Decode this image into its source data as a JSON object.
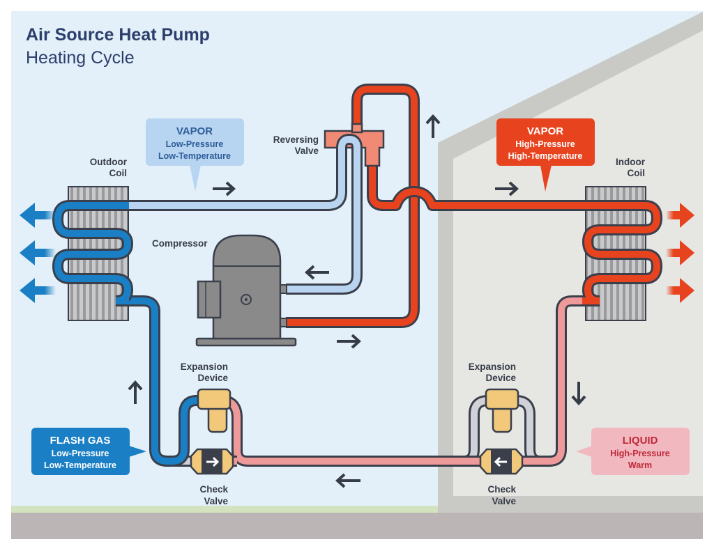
{
  "title": {
    "line1": "Air Source Heat Pump",
    "line2": "Heating Cycle"
  },
  "labels": {
    "outdoor_coil": [
      "Outdoor",
      "Coil"
    ],
    "indoor_coil": [
      "Indoor",
      "Coil"
    ],
    "reversing_valve": [
      "Reversing",
      "Valve"
    ],
    "compressor": "Compressor",
    "expansion_device_left": [
      "Expansion",
      "Device"
    ],
    "expansion_device_right": [
      "Expansion",
      "Device"
    ],
    "check_valve_left": [
      "Check",
      "Valve"
    ],
    "check_valve_right": [
      "Check",
      "Valve"
    ]
  },
  "callouts": {
    "vapor_low": {
      "heading": "VAPOR",
      "line1": "Low-Pressure",
      "line2": "Low-Temperature",
      "bg": "#b7d5f0",
      "text": "#2e5c9a"
    },
    "vapor_high": {
      "heading": "VAPOR",
      "line1": "High-Pressure",
      "line2": "High-Temperature",
      "bg": "#e8431f",
      "text": "#ffffff"
    },
    "flash_gas": {
      "heading": "FLASH GAS",
      "line1": "Low-Pressure",
      "line2": "Low-Temperature",
      "bg": "#1a7fc4",
      "text": "#ffffff"
    },
    "liquid": {
      "heading": "LIQUID",
      "line1": "High-Pressure",
      "line2": "Warm",
      "bg": "#f1b8bf",
      "text": "#c0283a"
    }
  },
  "colors": {
    "sky": "#e3f0fa",
    "house_wall": "#e6e6e3",
    "house_roof": "#c9cac6",
    "ground": "#bcb5b5",
    "grass": "#d3e3c0",
    "pipe_outline": "#3a3f4b",
    "pipe_hot_vapor": "#e8431f",
    "pipe_cold_vapor": "#b8d4f0",
    "pipe_flash_gas": "#1a7fc4",
    "pipe_liquid": "#ef9a9a",
    "pipe_idle": "#d0d2d8",
    "compressor": "#8a8a8a",
    "expansion_device": "#f2c97a",
    "coil_fin": "#a8a8a8",
    "arrow": "#363c47"
  },
  "flow_arrows": {
    "top_left": "right-arrow",
    "top_right": "right-arrow",
    "reversing_valve_up": "up-arrow",
    "compressor_in": "left-arrow",
    "compressor_out": "right-arrow",
    "left_riser": "up-arrow",
    "right_drop": "down-arrow",
    "bottom_return": "left-arrow"
  },
  "check_valves": {
    "left_direction": "right-arrow",
    "right_direction": "left-arrow"
  },
  "air_flow": {
    "outdoor": "blue-arrows-left",
    "indoor": "red-arrows-right"
  }
}
